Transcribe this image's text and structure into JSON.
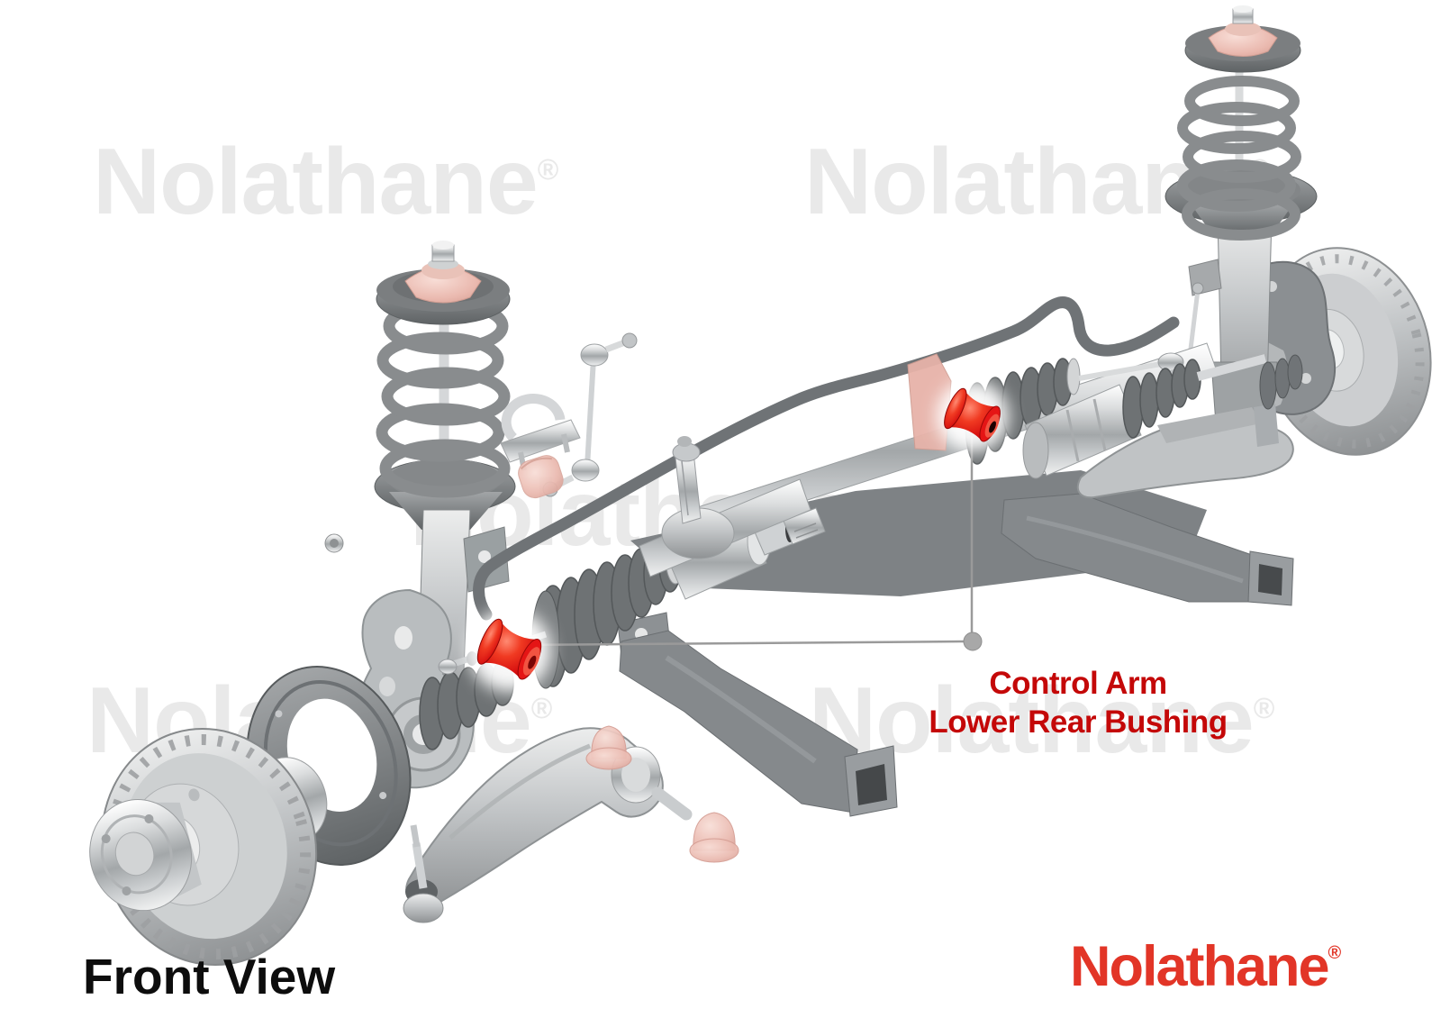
{
  "colors": {
    "background": "#ffffff",
    "watermark_gray": "#e9e9e9",
    "label_red": "#c40808",
    "logo_red": "#e23527",
    "highlight_red": "#e30c0c"
  },
  "watermark": {
    "text": "Nolathane",
    "reg": "®"
  },
  "callout": {
    "line1": "Control Arm",
    "line2": "Lower Rear Bushing"
  },
  "footer": {
    "view_label": "Front View"
  },
  "brand": {
    "logo_text": "Nolathane",
    "logo_reg": "®"
  }
}
